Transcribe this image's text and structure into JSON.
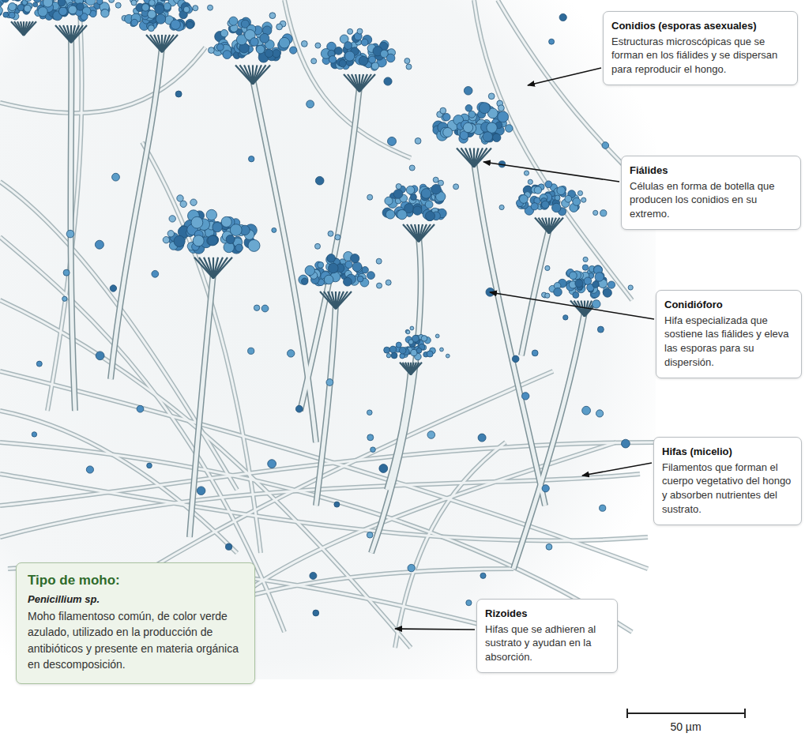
{
  "diagram": {
    "nodes": [
      {
        "text": [
          "Conidios (esporas asexuales)",
          "Estructuras microscópicas que se forman en los fiálides y se dispersan para reproducir el hongo."
        ]
      },
      {
        "text": [
          "Fiálides",
          "Células en forma de botella que producen los conidios en su extremo."
        ]
      },
      {
        "text": [
          "Conidióforo",
          "Hifa especializada que sostiene las fiálides y eleva las esporas para su dispersión."
        ]
      },
      {
        "text": [
          "Hifas (micelio)",
          "Filamentos que forman el cuerpo vegetativo del hongo y absorben nutrientes del sustrato."
        ]
      },
      {
        "text": [
          "Tipo de moho:",
          "Penicillium sp.",
          "Moho filamentoso común, de color verde azulado, utilizado en la producción de antibióticos y presente en materia orgánica en descomposición."
        ]
      },
      {
        "text": [
          "Rizoides",
          "Hifas que se adhieren al sustrato y ayudan en la absorción."
        ]
      }
    ],
    "labels": [
      "50 µm"
    ]
  }
}
